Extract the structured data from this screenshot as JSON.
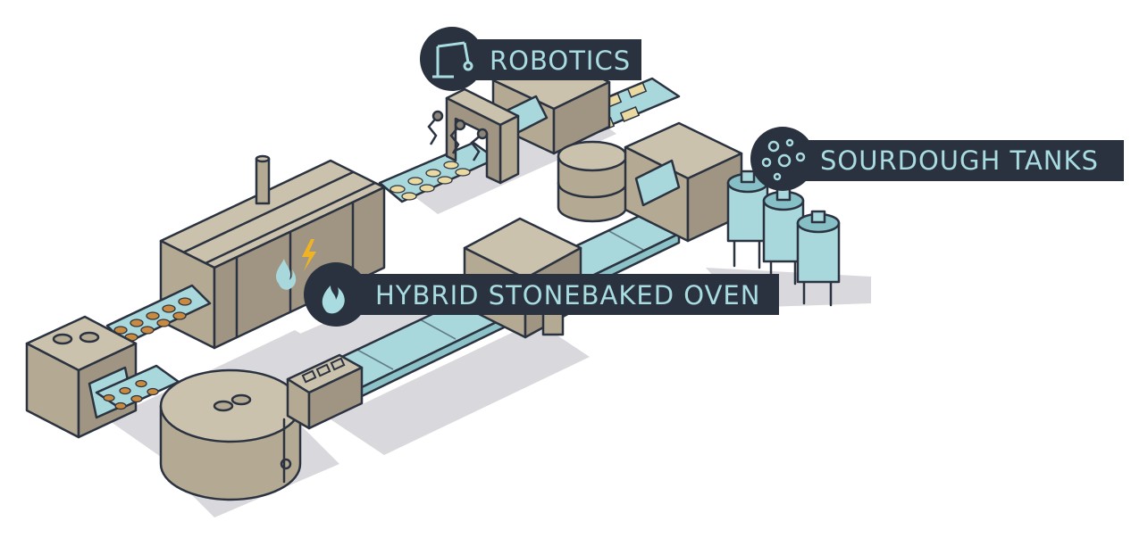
{
  "labels": {
    "robotics": "ROBOTICS",
    "sourdough": "SOURDOUGH TANKS",
    "oven": "HYBRID STONEBAKED OVEN"
  },
  "icons": {
    "robotics": "robot-arm-icon",
    "sourdough": "bubbles-icon",
    "oven": "flame-icon"
  },
  "colors": {
    "machine_top": "#cbc2ae",
    "machine_side": "#b4aa94",
    "machine_dark": "#9f9582",
    "outline": "#2c3340",
    "belt": "#a8d8dc",
    "belt_dark": "#8cc3c8",
    "bread": "#c98a3f",
    "pastry": "#ead9a0",
    "shadow": "#d9d9dd",
    "label_bg": "#2a3240",
    "label_text": "#a9dce0"
  }
}
